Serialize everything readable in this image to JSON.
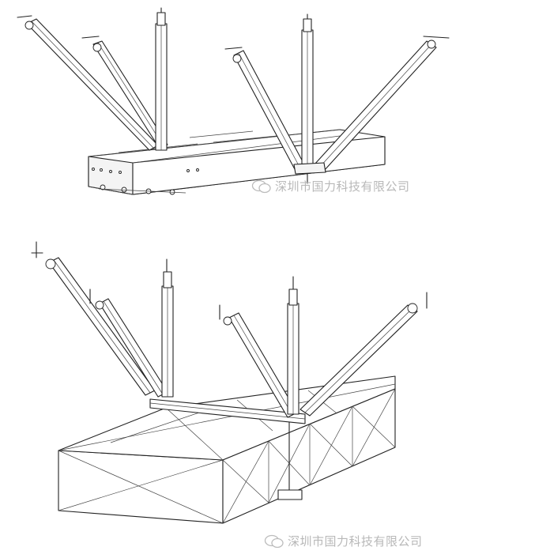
{
  "figure": {
    "diagrams": [
      {
        "id": "cable-tray-bracing"
      },
      {
        "id": "air-duct-bracing"
      }
    ],
    "watermarks": [
      {
        "id": "watermark-top",
        "icon": "wechat-icon",
        "text": "深圳市国力科技有限公司"
      },
      {
        "id": "watermark-bottom",
        "icon": "wechat-icon",
        "text": "深圳市国力科技有限公司"
      }
    ],
    "colors": {
      "line": "#222222",
      "watermark": "#b8b8b8",
      "background": "#ffffff"
    }
  }
}
